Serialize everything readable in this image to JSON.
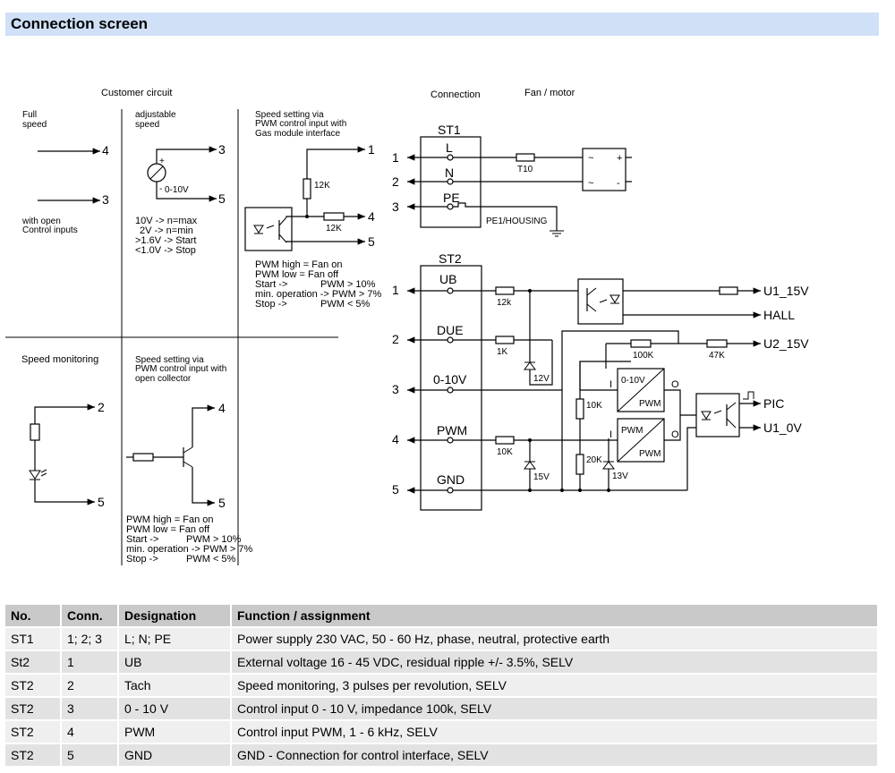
{
  "header": {
    "title": "Connection screen"
  },
  "left": {
    "title": "Customer circuit",
    "full_speed": {
      "l1": "Full",
      "l2": "speed",
      "pin_a": "4",
      "pin_b": "3",
      "note1": "with open",
      "note2": "Control inputs"
    },
    "adjustable": {
      "l1": "adjustable",
      "l2": "speed",
      "pin_a": "3",
      "pin_b": "5",
      "plus": "+",
      "minus": "-",
      "src": "0-10V",
      "notes": [
        "10V -> n=max",
        "2V -> n=min",
        ">1.6V -> Start",
        "<1.0V -> Stop"
      ]
    },
    "gas": {
      "l1": "Speed setting via",
      "l2": "PWM control input with",
      "l3": "Gas module interface",
      "pin1": "1",
      "pin4": "4",
      "pin5": "5",
      "r1": "12K",
      "r2": "12K",
      "notes": [
        [
          "PWM high = Fan on",
          ""
        ],
        [
          "PWM low   = Fan off",
          ""
        ],
        [
          "Start ->",
          "PWM > 10%"
        ],
        [
          "min. operation -> PWM > 7%",
          ""
        ],
        [
          "Stop ->",
          "PWM < 5%"
        ]
      ]
    },
    "monitor": {
      "title": "Speed monitoring",
      "pin_a": "2",
      "pin_b": "5"
    },
    "oc": {
      "l1": "Speed setting via",
      "l2": "PWM control input with",
      "l3": "open collector",
      "pin_a": "4",
      "pin_b": "5",
      "notes": [
        [
          "PWM high = Fan on",
          ""
        ],
        [
          "PWM low   = Fan off",
          ""
        ],
        [
          "Start ->",
          "PWM > 10%"
        ],
        [
          "min. operation -> PWM > 7%",
          ""
        ],
        [
          "Stop ->",
          "PWM < 5%"
        ]
      ]
    }
  },
  "right": {
    "connection": "Connection",
    "fan_motor": "Fan / motor",
    "st1": {
      "label": "ST1",
      "pins": [
        "L",
        "N",
        "PE"
      ],
      "nums": [
        "1",
        "2",
        "3"
      ],
      "fuse": "T10",
      "pe": "PE1/HOUSING",
      "m_tl": "~",
      "m_tr": "+",
      "m_bl": "~",
      "m_br": "-"
    },
    "st2": {
      "label": "ST2",
      "pins": [
        "UB",
        "DUE",
        "0-10V",
        "PWM",
        "GND"
      ],
      "nums": [
        "1",
        "2",
        "3",
        "4",
        "5"
      ],
      "r_ub": "12k",
      "r_due": "1K",
      "r_pwm": "10K",
      "r_10k": "10K",
      "r_20k": "20K",
      "r_100k": "100K",
      "r_47k": "47K",
      "z12": "12V",
      "z15": "15V",
      "z13": "13V",
      "conv1_a": "0-10V",
      "conv1_b": "PWM",
      "conv2_a": "PWM",
      "conv2_b": "PWM",
      "i1": "I",
      "o1": "O",
      "i2": "I",
      "o2": "O",
      "out_u1_15": "U1_15V",
      "out_hall": "HALL",
      "out_u2_15": "U2_15V",
      "out_pic": "PIC",
      "out_u1_0": "U1_0V"
    }
  },
  "table": {
    "headers": [
      "No.",
      "Conn.",
      "Designation",
      "Function / assignment"
    ],
    "rows": [
      [
        "ST1",
        "1; 2; 3",
        "L; N; PE",
        "Power supply 230 VAC, 50 - 60 Hz, phase, neutral, protective earth"
      ],
      [
        "St2",
        "1",
        "UB",
        "External voltage 16 - 45 VDC, residual ripple +/- 3.5%, SELV"
      ],
      [
        "ST2",
        "2",
        "Tach",
        "Speed monitoring, 3 pulses per revolution, SELV"
      ],
      [
        "ST2",
        "3",
        "0 - 10 V",
        "Control input 0 - 10 V, impedance 100k, SELV"
      ],
      [
        "ST2",
        "4",
        "PWM",
        "Control input PWM, 1 - 6 kHz, SELV"
      ],
      [
        "ST2",
        "5",
        "GND",
        "GND - Connection for control interface, SELV"
      ]
    ]
  }
}
